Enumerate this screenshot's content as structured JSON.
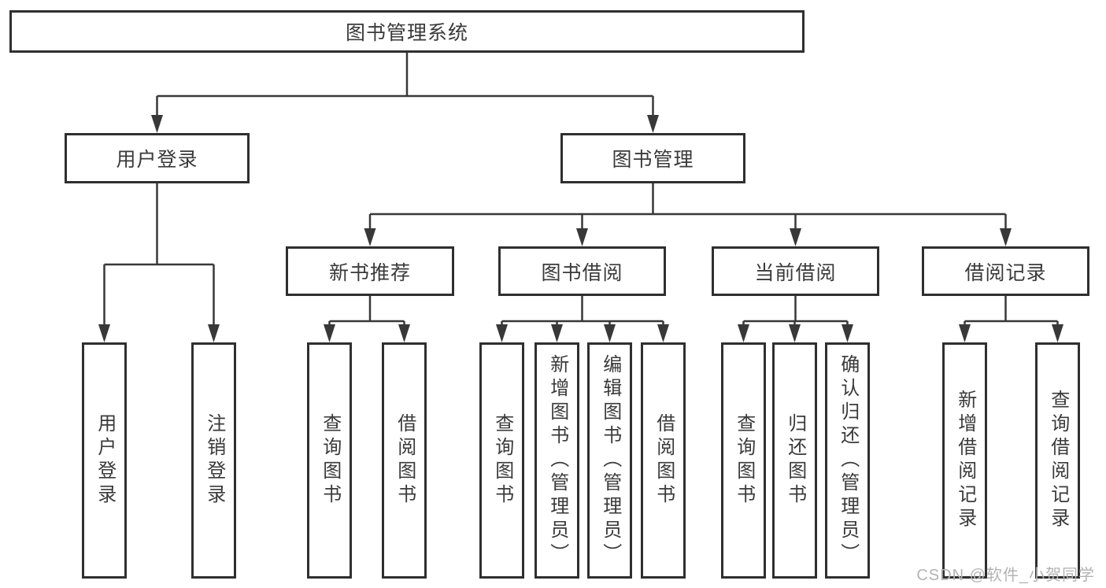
{
  "root": {
    "label": "图书管理系统"
  },
  "level2": [
    {
      "label": "用户登录",
      "leaves": [
        "用户登录",
        "注销登录"
      ]
    },
    {
      "label": "图书管理",
      "children": [
        {
          "label": "新书推荐",
          "leaves": [
            "查询图书",
            "借阅图书"
          ]
        },
        {
          "label": "图书借阅",
          "leaves": [
            "查询图书",
            "新增图书（管理员）",
            "编辑图书（管理员）",
            "借阅图书"
          ]
        },
        {
          "label": "当前借阅",
          "leaves": [
            "查询图书",
            "归还图书",
            "确认归还（管理员）"
          ]
        },
        {
          "label": "借阅记录",
          "leaves": [
            "新增借阅记录",
            "查询借阅记录"
          ]
        }
      ]
    }
  ],
  "watermark": "CSDN @软件_小贺同学",
  "colors": {
    "line": "#383838",
    "box_border": "#2f2f2f",
    "text": "#3a3a3a",
    "watermark": "#b3b3b3",
    "background": "#ffffff"
  }
}
